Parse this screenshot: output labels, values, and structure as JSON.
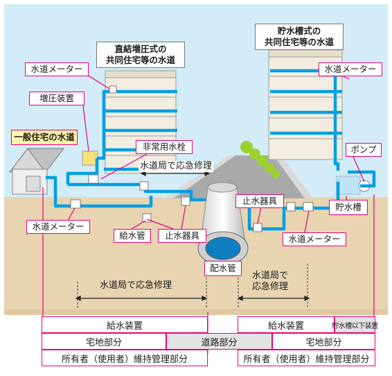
{
  "labels": {
    "house_title": "一般住宅の水道",
    "building_left_title": [
      "直結増圧式の",
      "共同住宅等の水道"
    ],
    "building_right_title": [
      "貯水槽式の",
      "共同住宅等の水道"
    ],
    "meter_top_left": "水道メーター",
    "meter_top_right": "水道メーター",
    "booster": "増圧装置",
    "hydrant": "非常用水栓",
    "pump": "ポンプ",
    "tank": "貯水槽",
    "meter_house": "水道メーター",
    "service_pipe": "給水管",
    "stop_valve_left": "止水器具",
    "stop_valve_right": "止水器具",
    "meter_right_ground": "水道メーター",
    "main_pipe": "配水管",
    "repair_road": "水道局で応急修理",
    "repair_left": "水道局で応急修理",
    "repair_right": [
      "水道局で",
      "応急修理"
    ]
  },
  "table": {
    "left_supply": "給水装置",
    "right_supply": "給水装置",
    "right_tank": "貯水槽以下装置",
    "left_private": "宅地部分",
    "road": "道路部分",
    "right_private": "宅地部分",
    "left_owner": "所有者（使用者）維持管理部分",
    "right_owner": "所有者（使用者）維持管理部分"
  },
  "colors": {
    "sky": "#d3ecf7",
    "ground": "#e8d4b0",
    "pipe": "#009fe3",
    "label_border": "#e4007f",
    "road": "#a9a9a9",
    "building": "#f2ede0"
  }
}
